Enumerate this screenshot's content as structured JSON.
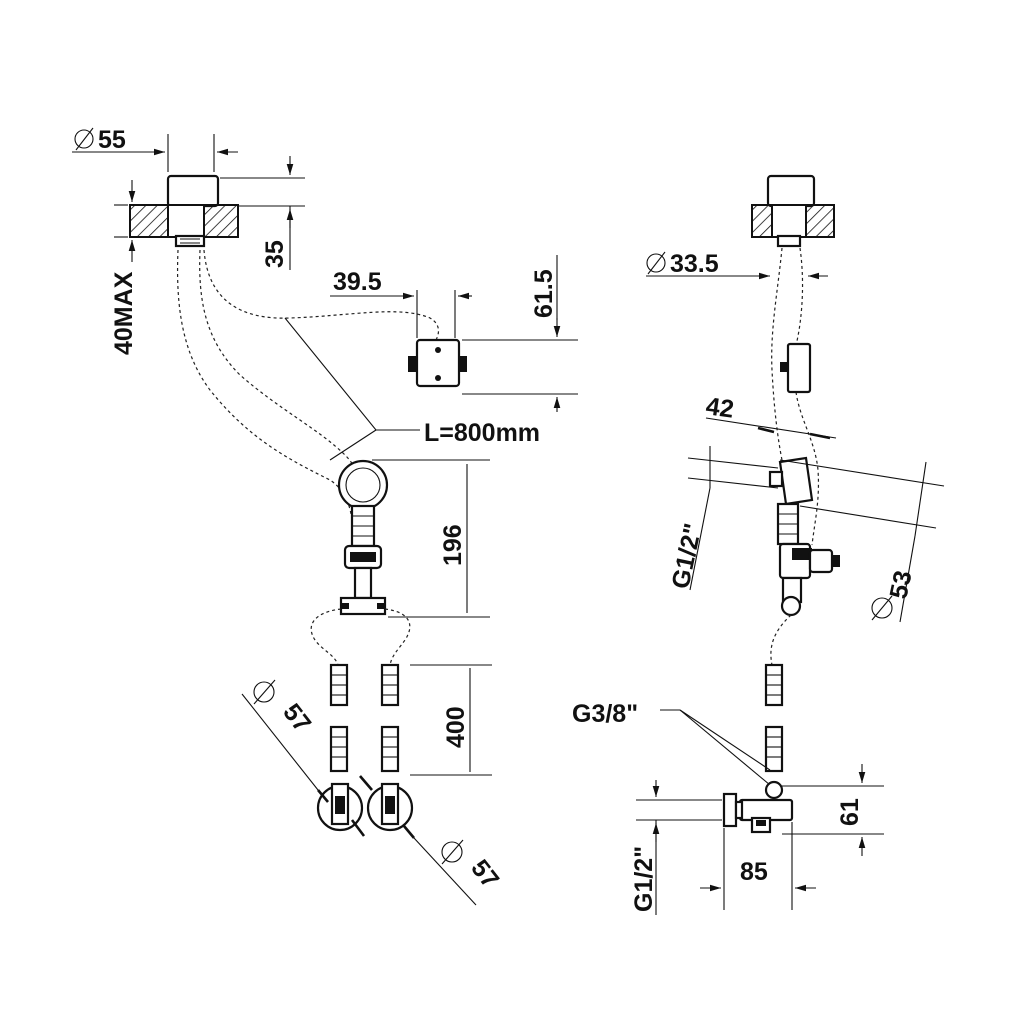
{
  "dimensions": {
    "dia_55": "55",
    "h_35": "35",
    "h_40max": "40MAX",
    "w_39_5": "39.5",
    "h_61_5": "61.5",
    "hose_length": "L=800mm",
    "h_196": "196",
    "h_400": "400",
    "dia_57_left": "57",
    "dia_57_right": "57",
    "dia_33_5": "33.5",
    "w_42": "42",
    "thread_g12_top": "G1/2\"",
    "dia_53": "53",
    "thread_g38": "G3/8\"",
    "h_61": "61",
    "w_85": "85",
    "thread_g12_bottom": "G1/2\""
  },
  "colors": {
    "line": "#111111",
    "background": "#ffffff"
  }
}
